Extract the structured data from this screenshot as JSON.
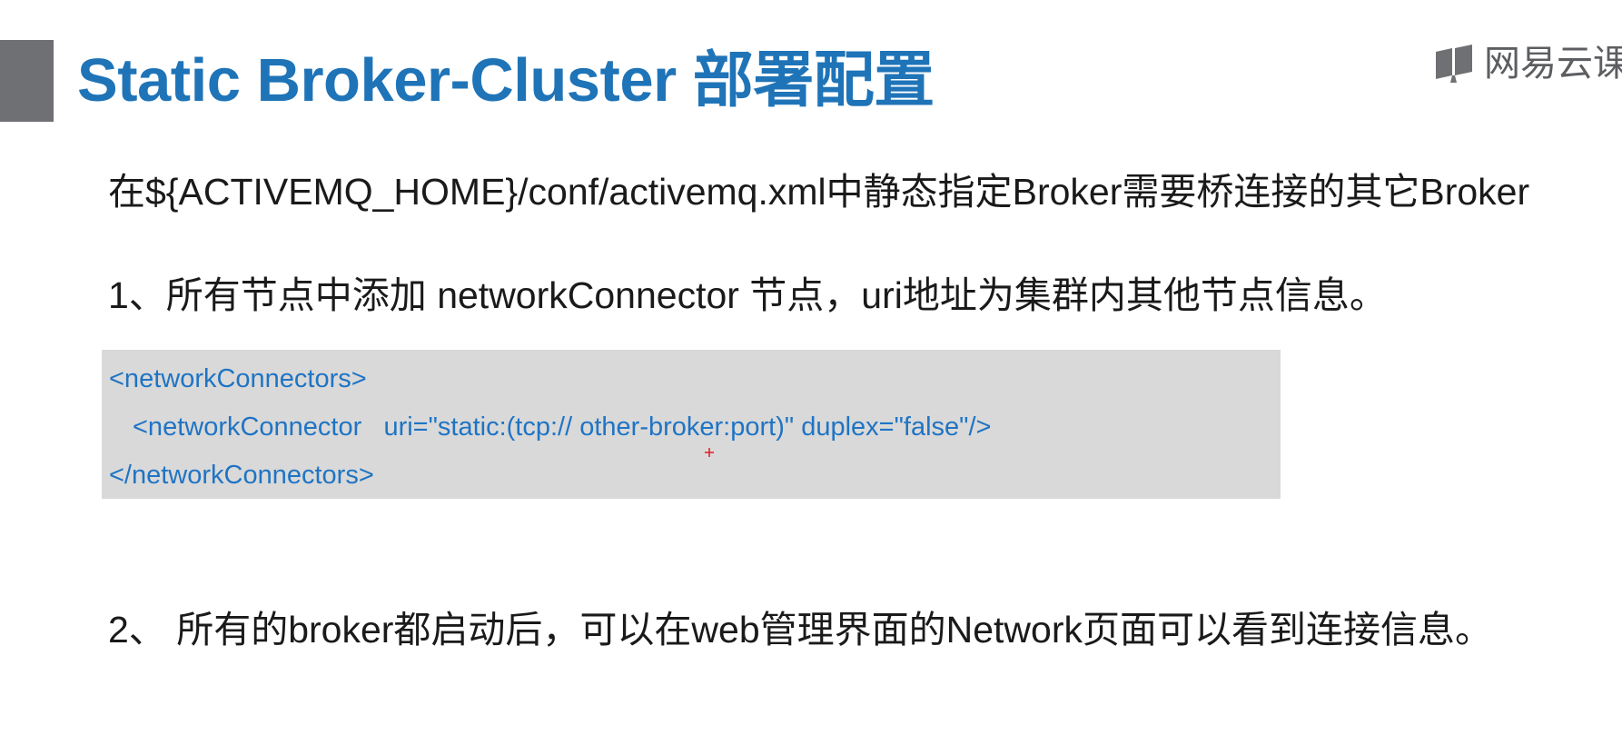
{
  "slide": {
    "title": "Static Broker-Cluster 部署配置",
    "brand": {
      "logo_icon": "book-cloud-icon",
      "name": "网易云课"
    },
    "intro": "在${ACTIVEMQ_HOME}/conf/activemq.xml中静态指定Broker需要桥连接的其它Broker",
    "step1": "1、所有节点中添加 networkConnector 节点，uri地址为集群内其他节点信息。",
    "code": {
      "line1": "<networkConnectors>",
      "line2": "<networkConnector   uri=\"static:(tcp:// other-broker:port)\" duplex=\"false\"/>",
      "line3": "</networkConnectors>"
    },
    "step2": "2、 所有的broker都启动后，可以在web管理界面的Network页面可以看到连接信息。"
  },
  "colors": {
    "title": "#1f74b8",
    "accent_bar": "#6e7073",
    "code_background": "#d9d9d9",
    "code_text": "#1f74c4",
    "body_text": "#1a1a1a",
    "cursor": "#e0262b"
  }
}
